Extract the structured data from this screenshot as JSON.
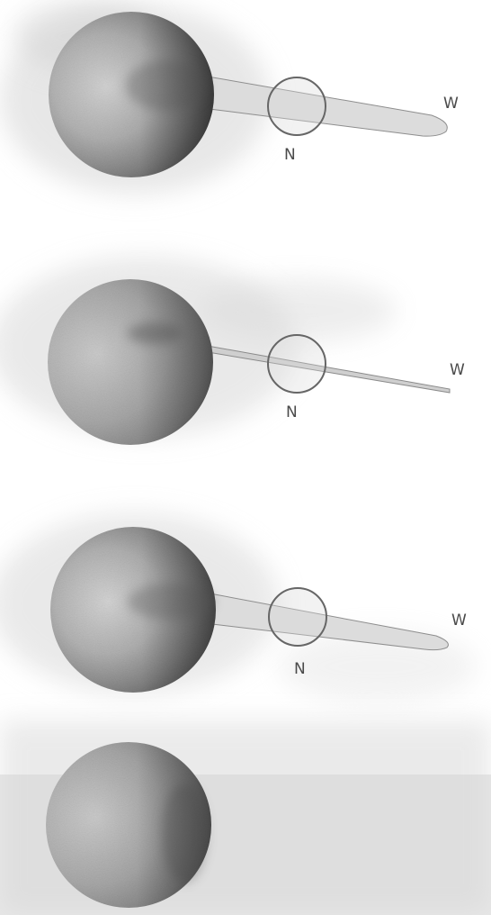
{
  "panels": [
    {
      "north_label": "N",
      "west_label": "W",
      "ring_shape": "wide"
    },
    {
      "north_label": "N",
      "west_label": "W",
      "ring_shape": "edge-on"
    },
    {
      "north_label": "N",
      "west_label": "W",
      "ring_shape": "wide"
    },
    {
      "ring_shape": "none"
    }
  ],
  "colors": {
    "planet_light": "#d8d8d8",
    "planet_mid": "#a9a9a9",
    "planet_dark": "#5a5a5a",
    "ring_fill": "#dcdcdc",
    "ring_stroke": "#8c8c8c",
    "circle_stroke": "#666666",
    "haze": "#cfcfcf",
    "label": "#4a4a4a"
  }
}
